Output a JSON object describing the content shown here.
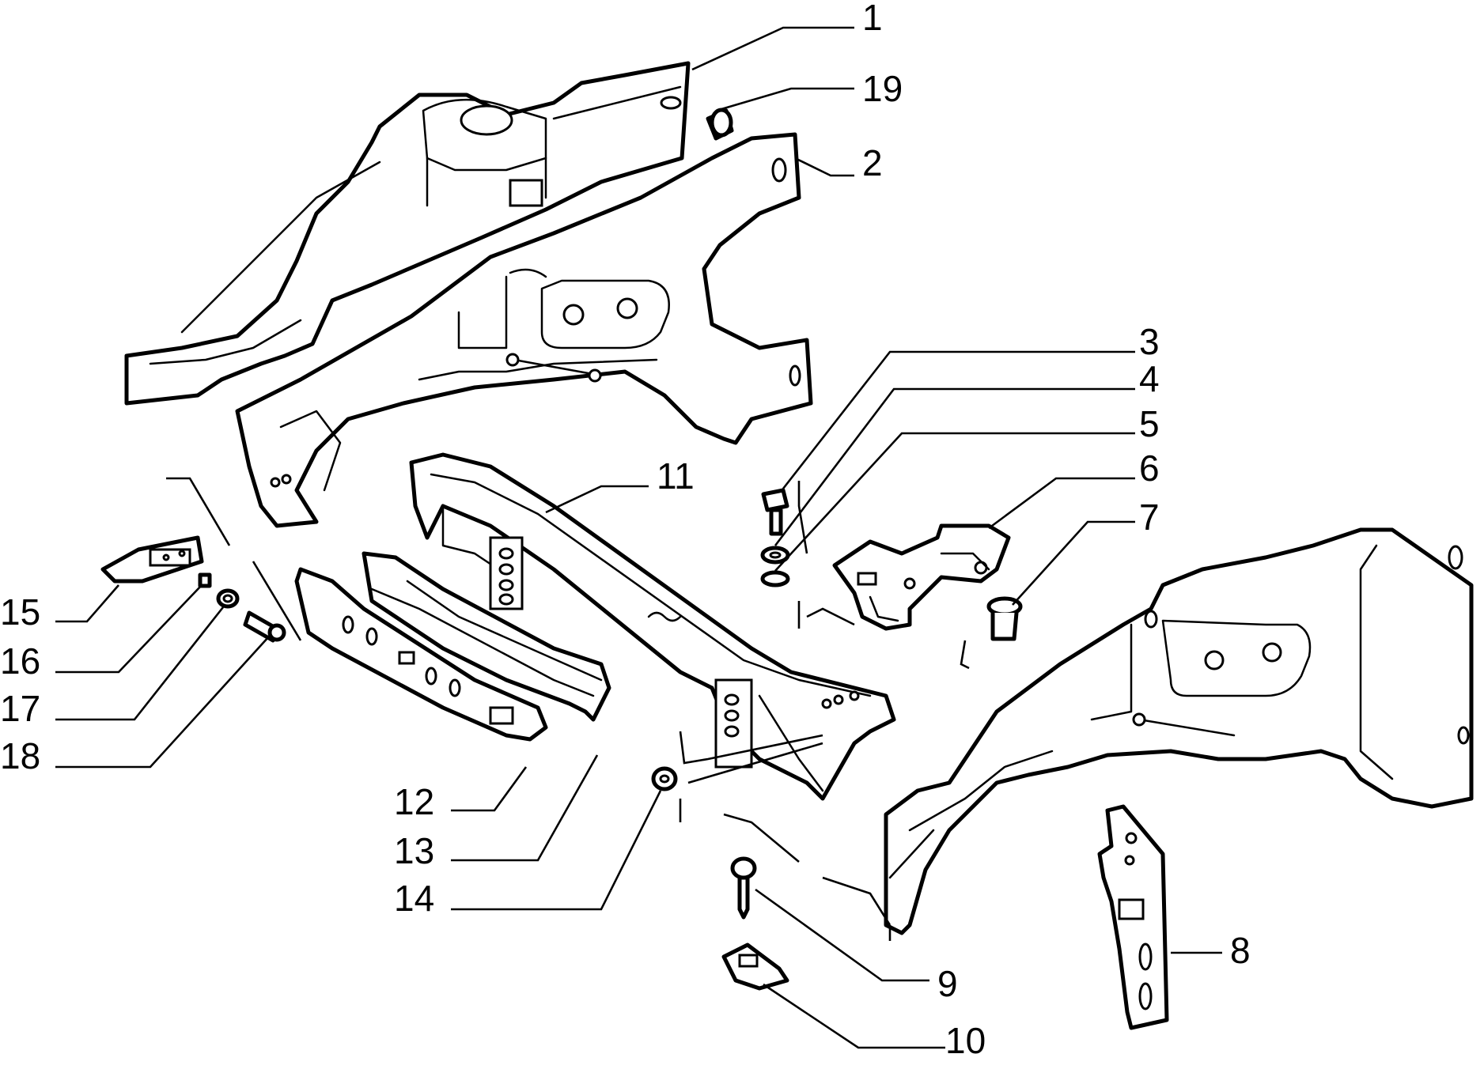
{
  "diagram": {
    "callouts": [
      {
        "id": "1",
        "label": "1"
      },
      {
        "id": "19",
        "label": "19"
      },
      {
        "id": "2",
        "label": "2"
      },
      {
        "id": "3",
        "label": "3"
      },
      {
        "id": "4",
        "label": "4"
      },
      {
        "id": "5",
        "label": "5"
      },
      {
        "id": "6",
        "label": "6"
      },
      {
        "id": "7",
        "label": "7"
      },
      {
        "id": "11",
        "label": "11"
      },
      {
        "id": "15",
        "label": "15"
      },
      {
        "id": "16",
        "label": "16"
      },
      {
        "id": "17",
        "label": "17"
      },
      {
        "id": "18",
        "label": "18"
      },
      {
        "id": "12",
        "label": "12"
      },
      {
        "id": "13",
        "label": "13"
      },
      {
        "id": "14",
        "label": "14"
      },
      {
        "id": "9",
        "label": "9"
      },
      {
        "id": "10",
        "label": "10"
      },
      {
        "id": "8",
        "label": "8"
      }
    ],
    "line_color": "#000000",
    "background": "#ffffff"
  }
}
